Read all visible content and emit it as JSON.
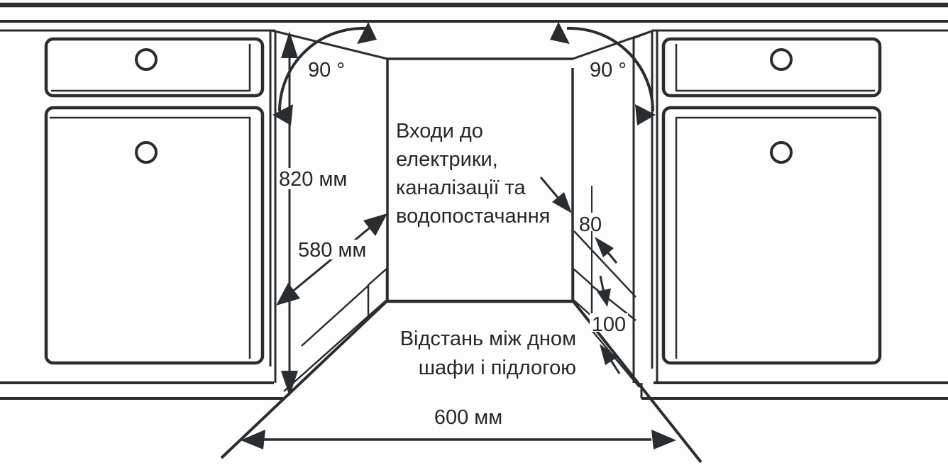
{
  "diagram": {
    "background": "#fdfdfd",
    "line_color": "#2a2d30",
    "panel_fill": "#cdced2",
    "annotations": {
      "angle_left": "90 °",
      "angle_right": "90 °",
      "niche_height": "820 мм",
      "niche_depth": "580 мм",
      "niche_width": "600 мм",
      "utility_offset": "80",
      "plinth_height": "100",
      "utilities_note": {
        "line1": "Входи до",
        "line2": "електрики,",
        "line3": "каналізації та",
        "line4": "водопостачання"
      },
      "clearance_note": {
        "line1": "Відстань між дном",
        "line2": "шафи і підлогою"
      }
    }
  }
}
